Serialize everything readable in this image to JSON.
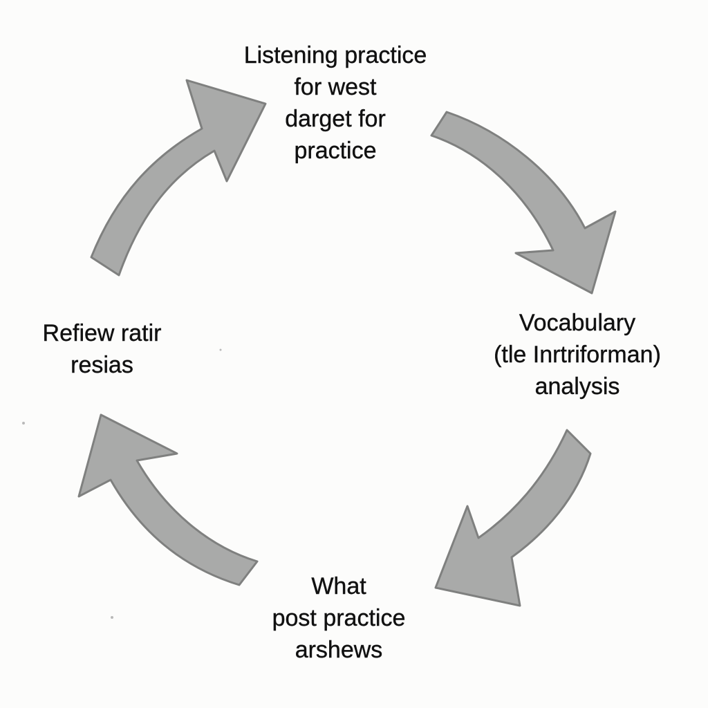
{
  "diagram": {
    "type": "cycle",
    "direction": "clockwise",
    "arrow_color": "#a9aaa9",
    "arrow_outline_color": "#7f807f",
    "nodes": [
      {
        "position": "top",
        "lines": [
          "Listening practice",
          "for west",
          "darget for",
          "practice"
        ]
      },
      {
        "position": "right",
        "lines": [
          "Vocabulary",
          "(tle Inrtriforman)",
          "analysis"
        ]
      },
      {
        "position": "bottom",
        "lines": [
          "What",
          "post practice",
          "arshews"
        ]
      },
      {
        "position": "left",
        "lines": [
          "Refiew ratir",
          "resias"
        ]
      }
    ]
  }
}
